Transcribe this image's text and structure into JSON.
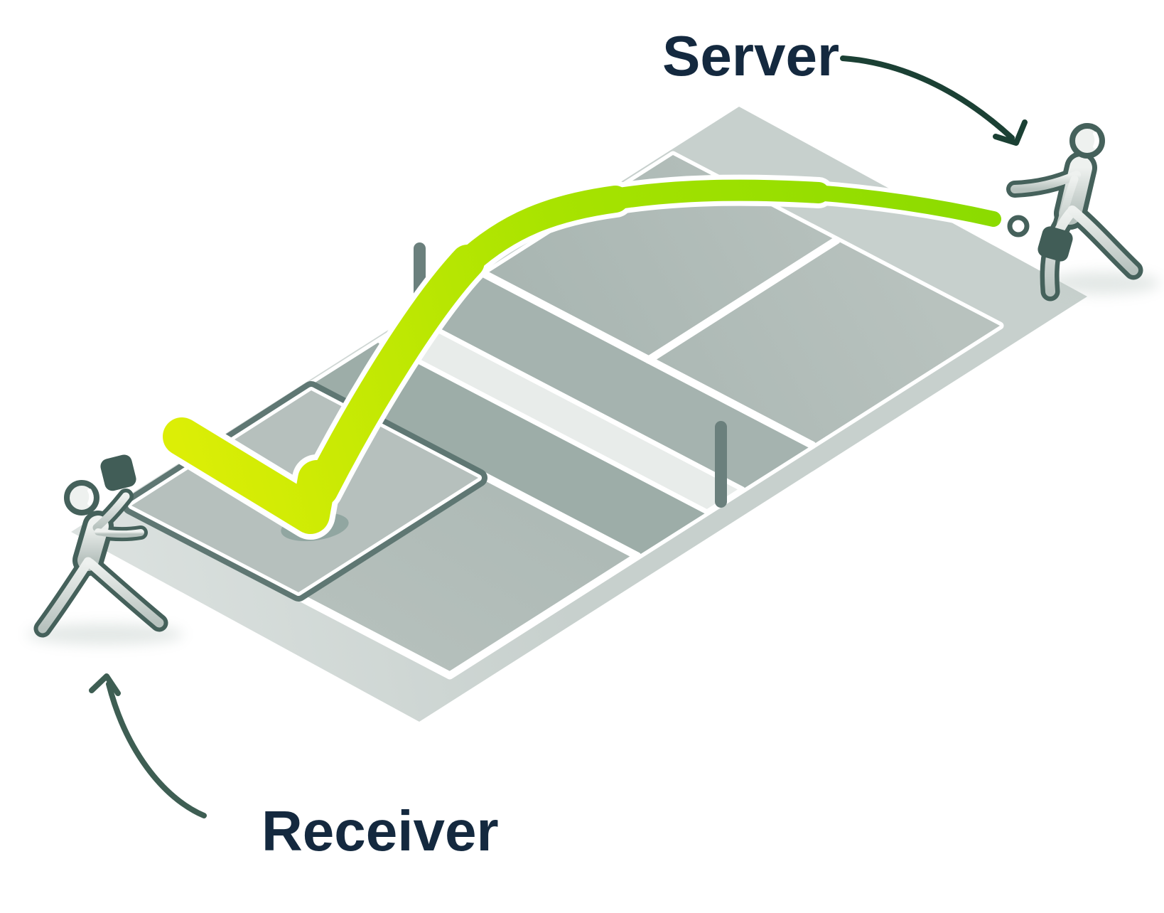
{
  "labels": {
    "server": "Server",
    "receiver": "Receiver"
  },
  "icons": {
    "server_player": "player-running-icon",
    "receiver_player": "player-lunging-icon",
    "paddle": "pickleball-paddle-icon",
    "ball": "pickleball-icon",
    "trajectory": "serve-arc-checkmark-icon",
    "bounce": "bounce-shadow-icon",
    "server_arrow": "curved-arrow-down-icon",
    "receiver_arrow": "curved-arrow-up-icon",
    "court": "pickleball-court-isometric",
    "net": "net-strip-with-posts",
    "service_box": "receiver-service-box-highlight"
  },
  "colors": {
    "background": "#ffffff",
    "label_text": "#14293f",
    "server_arrow": "#1b4034",
    "receiver_arrow": "#3e5e53",
    "trajectory_green_start": "#8bdb00",
    "trajectory_green_mid": "#a8e300",
    "trajectory_green_end": "#dcee06",
    "trajectory_outline": "#ffffff",
    "court_surface": "#a9b6b2",
    "court_surface_light": "#b8c2be",
    "kitchen_receiver": "#9dada8",
    "kitchen_server": "#a5b3af",
    "net_strip": "#e8ecea",
    "net_post": "#6b807d",
    "court_line": "#ffffff",
    "apron": "#c7d0cd",
    "apron_light": "#dce2e0",
    "service_box_outline": "#5f7773",
    "service_box_fill": "#b6c0bd",
    "bounce_shadow": "#8ba19c",
    "figure_outline": "#45615b",
    "figure_fill": "#eef1ef",
    "figure_fill_dark": "#b7c2be",
    "paddle": "#415d57",
    "ball_fill": "#ffffff",
    "shadow": "#c2cdc9"
  }
}
